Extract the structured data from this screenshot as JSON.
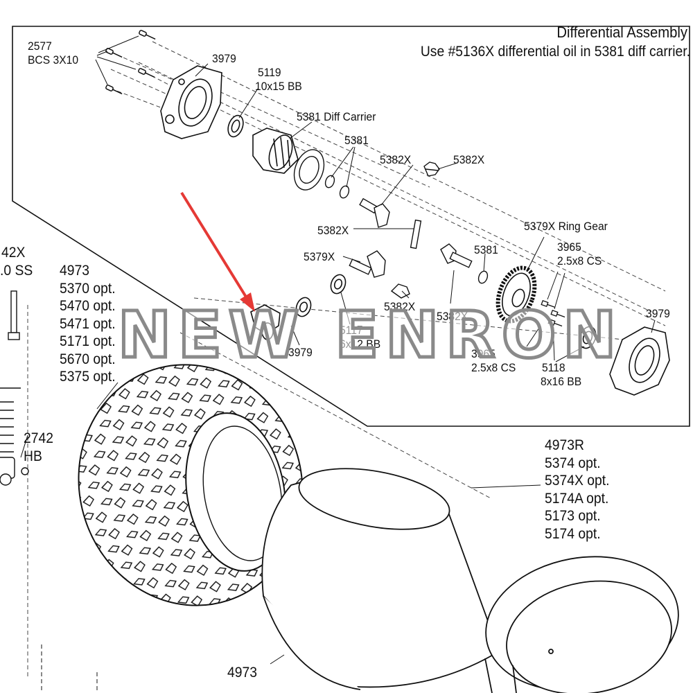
{
  "title": "Differential Assembly",
  "subtitle": "Use #5136X differential oil in 5381 diff carrier.",
  "watermark": "NEW ENRON",
  "labels": {
    "screws": "2577",
    "screws_sub": "BCS 3X10",
    "housing_top": "3979",
    "bearing_top": "5119",
    "bearing_top_sub": "10x15 BB",
    "diff_carrier": "5381 Diff Carrier",
    "carrier_small": "5381",
    "spider_a": "5382X",
    "spider_b": "5382X",
    "pin_label": "5382X",
    "pinion_mid": "5379X",
    "pinion_right": "5381",
    "ring_gear": "5379X Ring Gear",
    "cs_top": "3965",
    "cs_top_sub": "2.5x8 CS",
    "housing_right": "3979",
    "bearing_mid": "5117",
    "bearing_mid_sub": "6x12 BB",
    "cup_label": "3979",
    "spider_low": "5382X",
    "spider_low2": "5382X",
    "cs_bottom": "3965",
    "cs_bottom_sub": "2.5x8 CS",
    "bearing_right": "5118",
    "bearing_right_sub": "8x16 BB",
    "shock_a": "42X",
    "shock_b": ".0 SS",
    "hb_a": "2742",
    "hb_b": "HB",
    "wheel_bottom": "4973"
  },
  "tire_list": [
    "4973",
    "5370 opt.",
    "5470 opt.",
    "5471 opt.",
    "5171 opt.",
    "5670 opt.",
    "5375 opt."
  ],
  "wheel_list": [
    "4973R",
    "5374 opt.",
    "5374X opt.",
    "5174A opt.",
    "5173 opt.",
    "5174 opt."
  ],
  "colors": {
    "arrow": "#e53935",
    "line": "#111111",
    "watermark": "#8a8a8a"
  }
}
